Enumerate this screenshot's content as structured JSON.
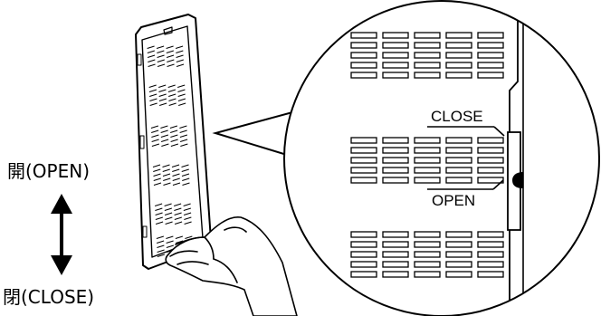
{
  "labels": {
    "open_left": "開(OPEN)",
    "close_left": "閉(CLOSE)",
    "close_zoom": "CLOSE",
    "open_zoom": "OPEN"
  }
}
